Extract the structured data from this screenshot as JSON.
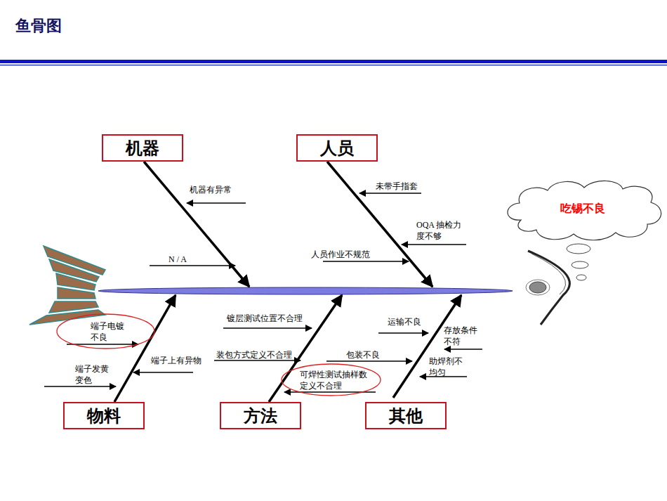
{
  "diagram": {
    "title": "鱼骨图",
    "nodes": [
      {
        "text": [
          "机器"
        ]
      },
      {
        "text": [
          "人员"
        ]
      },
      {
        "text": [
          "吃锡不良"
        ]
      },
      {
        "text": [
          "端子电镀不良"
        ]
      },
      {
        "text": [
          "可焊性测试抽样数定义不合理"
        ]
      },
      {
        "text": [
          "物料"
        ]
      },
      {
        "text": [
          "方法"
        ]
      },
      {
        "text": [
          "其他"
        ]
      }
    ],
    "labels": [
      "机器有异常",
      "N / A",
      "未带手指套",
      "OQA 抽检力度不够",
      "人员作业不规范",
      "端子发黄变色",
      "端子上有异物",
      "镀层测试位置不合理",
      "装包方式定义不合理",
      "运输不良",
      "包装不良",
      "存放条件不符",
      "助焊剂不均匀"
    ]
  }
}
